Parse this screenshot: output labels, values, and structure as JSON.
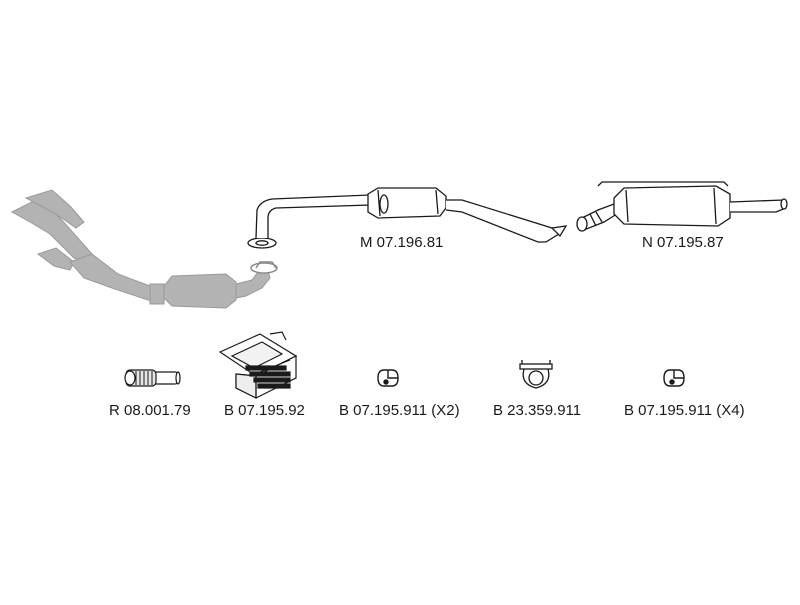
{
  "parts": {
    "front_pipe": {
      "code": "",
      "shaded": true
    },
    "middle_silencer": {
      "code": "M 07.196.81"
    },
    "rear_silencer": {
      "code": "N 07.195.87"
    }
  },
  "accessories": [
    {
      "code": "R 08.001.79",
      "icon": "flexible-pipe-icon"
    },
    {
      "code": "B 07.195.92",
      "icon": "mounting-kit-box-icon"
    },
    {
      "code": "B 07.195.911 (X2)",
      "icon": "rubber-hanger-icon"
    },
    {
      "code": "B 23.359.911",
      "icon": "pipe-clamp-icon"
    },
    {
      "code": "B 07.195.911 (X4)",
      "icon": "rubber-hanger-icon"
    }
  ],
  "colors": {
    "shaded_part": "#b3b3b3",
    "outline": "#1a1a1a",
    "background": "#ffffff"
  }
}
